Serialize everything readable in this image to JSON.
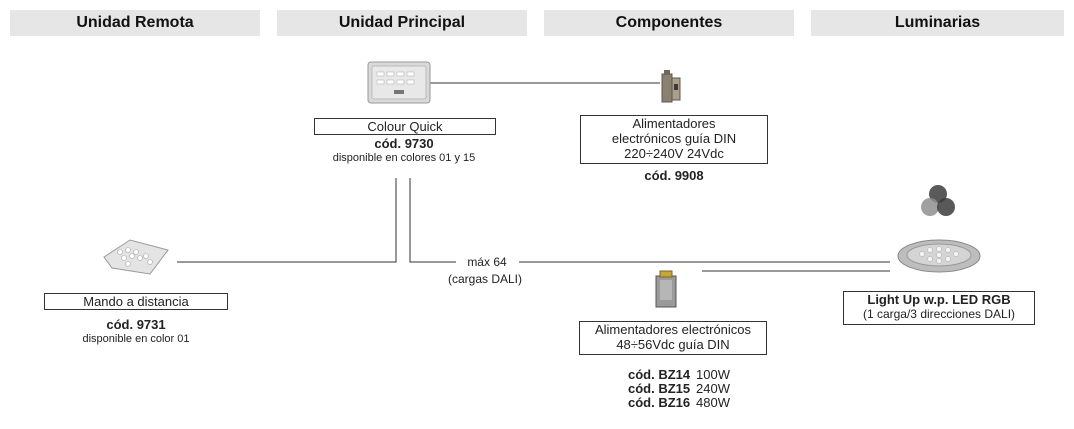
{
  "headers": {
    "remote": "Unidad Remota",
    "main": "Unidad Principal",
    "components": "Componentes",
    "luminaires": "Luminarias"
  },
  "main_unit": {
    "name": "Colour Quick",
    "code": "cód. 9730",
    "note": "disponible en colores 01 y 15"
  },
  "power_din_24": {
    "line1": "Alimentadores",
    "line2": "electrónicos guía DIN",
    "line3": "220÷240V 24Vdc",
    "code": "cód. 9908"
  },
  "remote": {
    "name": "Mando a distancia",
    "code": "cód. 9731",
    "note": "disponible en color 01"
  },
  "bus": {
    "max": "máx 64",
    "loads": "(cargas DALI)"
  },
  "power_din_48": {
    "line1": "Alimentadores electrónicos",
    "line2": "48÷56Vdc guía DIN",
    "codes": [
      {
        "code": "cód. BZ14",
        "power": "100W"
      },
      {
        "code": "cód. BZ15",
        "power": "240W"
      },
      {
        "code": "cód. BZ16",
        "power": "480W"
      }
    ]
  },
  "luminaire": {
    "name": "Light Up w.p. LED RGB",
    "note": "(1 carga/3 direcciones DALI)"
  },
  "colors": {
    "header_bg": "#e6e6e6",
    "line": "#333333"
  }
}
